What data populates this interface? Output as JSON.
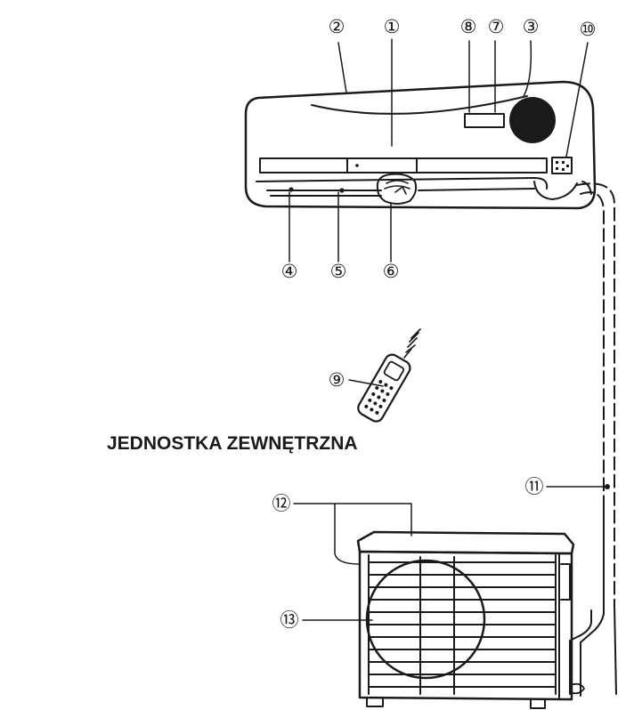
{
  "callouts": {
    "c1": "①",
    "c2": "②",
    "c3": "③",
    "c4": "④",
    "c5": "⑤",
    "c6": "⑥",
    "c7": "⑦",
    "c8": "⑧",
    "c9": "⑨",
    "c10": "⑩",
    "c11": "⑪",
    "c12": "⑫",
    "c13": "⑬"
  },
  "labels": {
    "outdoor_unit": "JEDNOSTKA ZEWNĘTRZNA"
  }
}
